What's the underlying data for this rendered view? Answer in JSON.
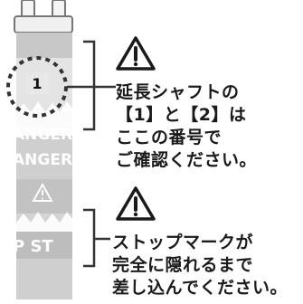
{
  "shaft": {
    "number_label": "1",
    "stripe_text_1": "ANGER",
    "stripe_text_2": "ANGER",
    "stripe_text_3": "P ST"
  },
  "note_top": {
    "line1": "延長シャフトの",
    "line2": "【1】と【2】は",
    "line3": "ここの番号で",
    "line4": "ご確認ください。"
  },
  "note_bottom": {
    "line1": "ストップマークが",
    "line2": "完全に隠れるまで",
    "line3": "差し込んでください。"
  },
  "colors": {
    "shaft_light": "#d6d6d6",
    "shaft_mid": "#c4c4c4",
    "shaft_dark": "#9a9a9a",
    "text_dark": "#1a1a1a"
  }
}
